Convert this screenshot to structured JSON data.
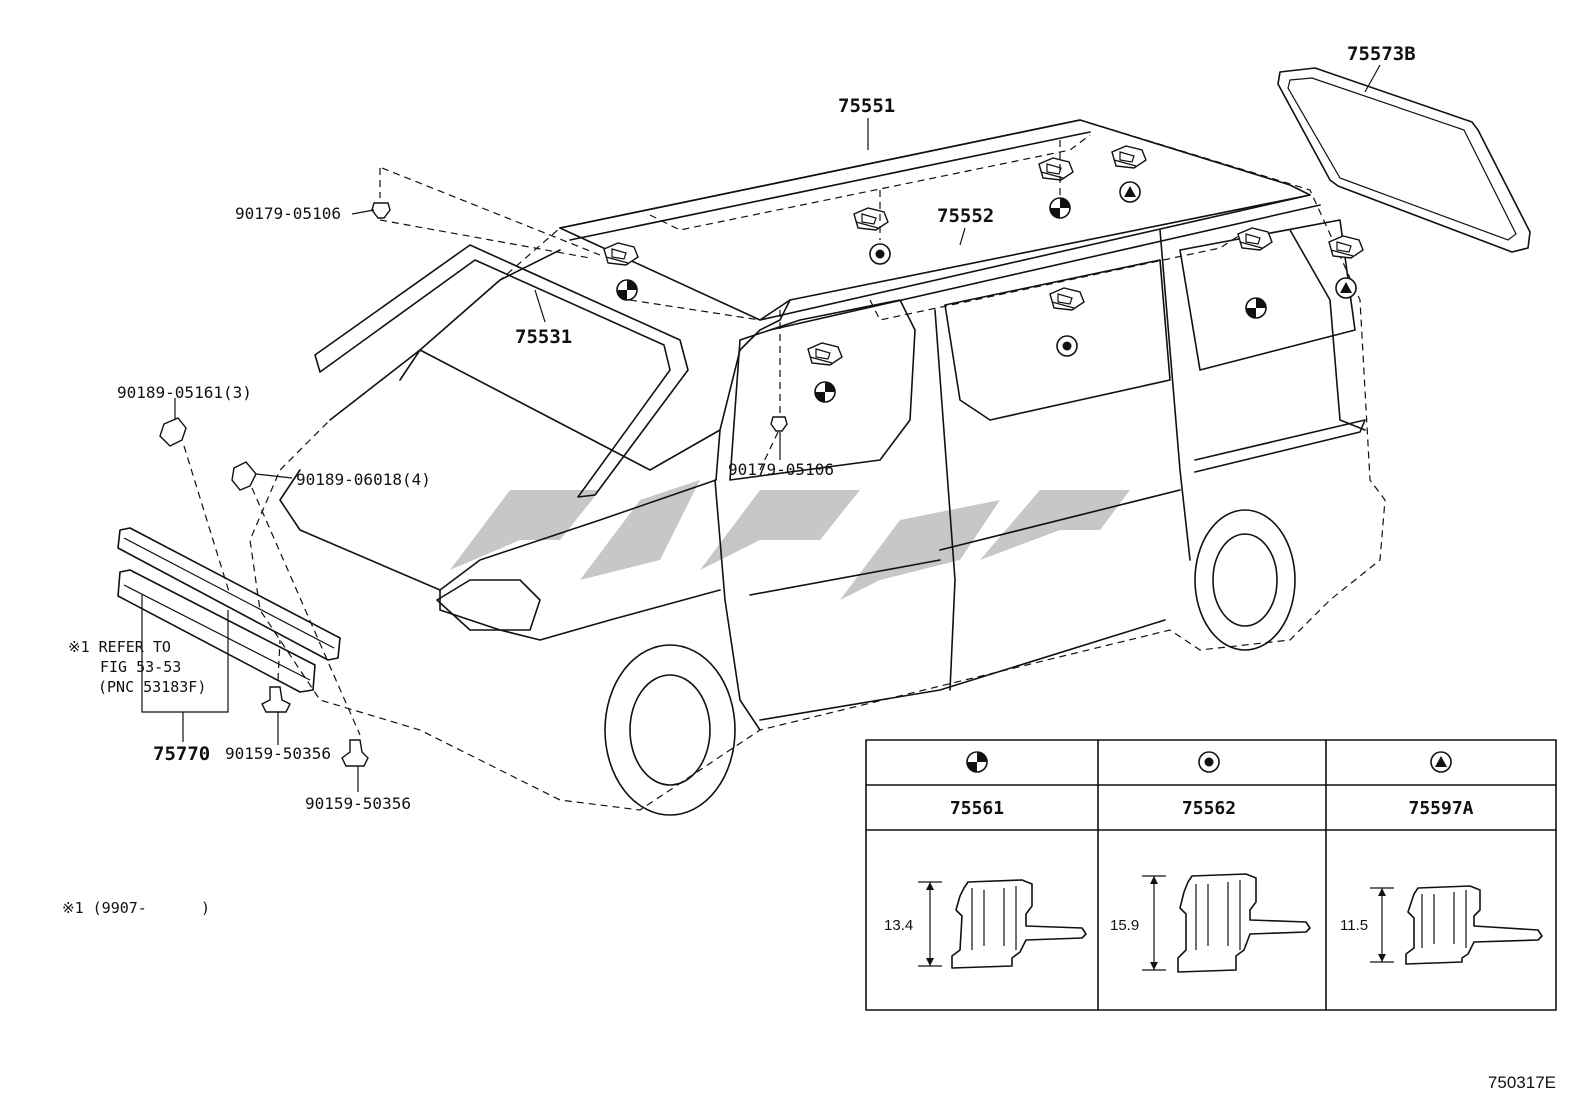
{
  "callouts": {
    "p75573b": "75573B",
    "p75551": "75551",
    "p75552": "75552",
    "p75531": "75531",
    "p90179_top": "90179-05106",
    "p90179_mid": "90179-05106",
    "p90189_05161": "90189-05161(3)",
    "p90189_06018": "90189-06018(4)",
    "p90159_a": "90159-50356",
    "p90159_b": "90159-50356",
    "p75770": "75770"
  },
  "notes": {
    "refer_line1": "※1 REFER TO",
    "refer_line2": "FIG 53-53",
    "refer_line3": "(PNC 53183F)",
    "footnote": "※1 (9907-      )"
  },
  "legend_table": {
    "columns": [
      {
        "symbol": "half-filled-circle-icon",
        "part": "75561",
        "dimension": "13.4"
      },
      {
        "symbol": "dot-circle-icon",
        "part": "75562",
        "dimension": "15.9"
      },
      {
        "symbol": "triangle-circle-icon",
        "part": "75597A",
        "dimension": "11.5"
      }
    ]
  },
  "illustration_ref": "750317E",
  "colors": {
    "ink": "#111111",
    "watermark": "#bdbdbd",
    "background": "#ffffff"
  }
}
